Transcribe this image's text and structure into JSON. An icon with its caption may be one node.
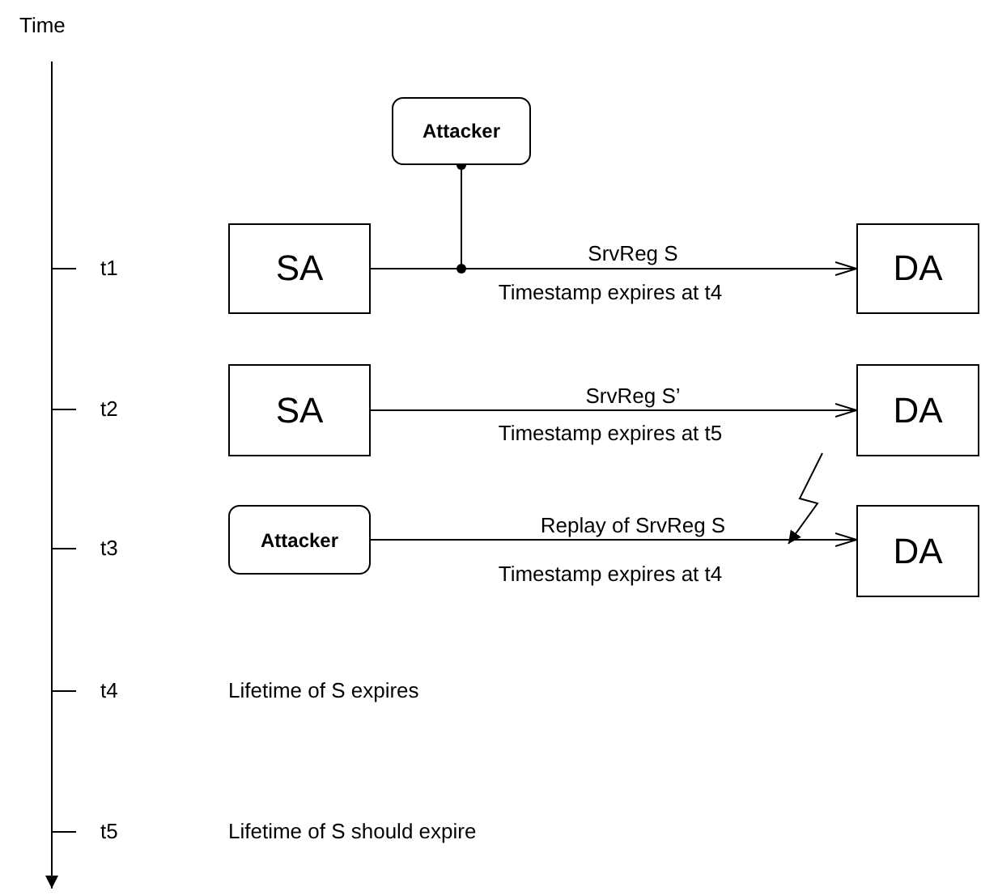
{
  "diagram": {
    "nodes": [
      {
        "text": [
          "Attacker"
        ]
      },
      {
        "text": [
          "SA"
        ]
      },
      {
        "text": [
          "DA"
        ]
      },
      {
        "text": [
          "SA"
        ]
      },
      {
        "text": [
          "DA"
        ]
      },
      {
        "text": [
          "Attacker"
        ]
      },
      {
        "text": [
          "DA"
        ]
      }
    ],
    "edges": [
      {
        "from": 1,
        "to": 2,
        "arrow": "to",
        "label": "SrvReg S"
      },
      {
        "from": 0,
        "to": null,
        "arrow": "other"
      },
      {
        "from": 3,
        "to": 4,
        "arrow": "to",
        "label": "SrvReg S’"
      },
      {
        "from": 5,
        "to": 6,
        "arrow": "to",
        "label": "Replay of SrvReg S"
      },
      {
        "from": 4,
        "to": null,
        "arrow": "to"
      }
    ],
    "labels": [
      "Time",
      "t1",
      "Timestamp expires at t4",
      "t2",
      "Timestamp expires at t5",
      "t3",
      "Timestamp expires at t4",
      "t4",
      "Lifetime of S expires",
      "t5",
      "Lifetime of S should expire"
    ]
  }
}
